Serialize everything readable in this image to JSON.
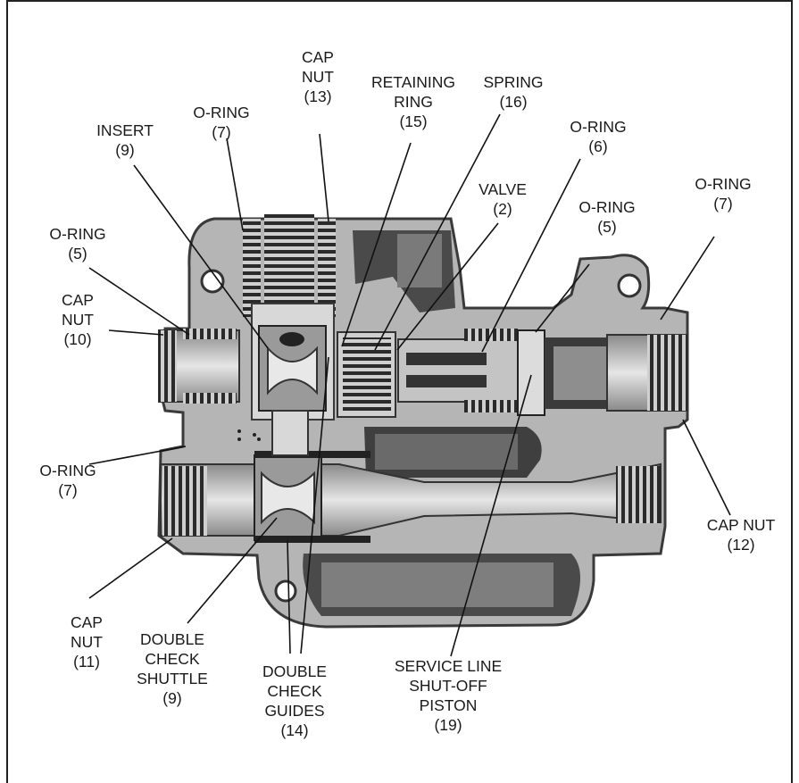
{
  "labels": {
    "insert": [
      "INSERT",
      "(9)"
    ],
    "oring7_top": [
      "O-RING",
      "(7)"
    ],
    "capnut13": [
      "CAP",
      "NUT",
      "(13)"
    ],
    "retaining_ring": [
      "RETAINING",
      "RING",
      "(15)"
    ],
    "spring": [
      "SPRING",
      "(16)"
    ],
    "oring6": [
      "O-RING",
      "(6)"
    ],
    "valve": [
      "VALVE",
      "(2)"
    ],
    "oring5_right": [
      "O-RING",
      "(5)"
    ],
    "oring7_right": [
      "O-RING",
      "(7)"
    ],
    "oring5_left": [
      "O-RING",
      "(5)"
    ],
    "capnut10": [
      "CAP",
      "NUT",
      "(10)"
    ],
    "oring7_left": [
      "O-RING",
      "(7)"
    ],
    "capnut12": [
      "CAP NUT",
      "(12)"
    ],
    "capnut11": [
      "CAP",
      "NUT",
      "(11)"
    ],
    "double_check_shuttle": [
      "DOUBLE",
      "CHECK",
      "SHUTTLE",
      "(9)"
    ],
    "double_check_guides": [
      "DOUBLE",
      "CHECK",
      "GUIDES",
      "(14)"
    ],
    "service_piston": [
      "SERVICE LINE",
      "SHUT-OFF",
      "PISTON",
      "(19)"
    ]
  },
  "colors": {
    "body_fill": "#b5b5b5",
    "body_dark": "#3a3a3a",
    "bore_fill": "#d8d8d8",
    "frame": "#222222"
  }
}
